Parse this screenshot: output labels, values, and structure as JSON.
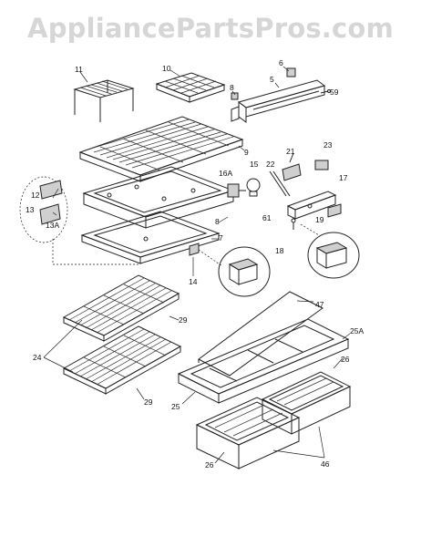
{
  "watermark": "AppliancePartsPros.com",
  "labels": {
    "l11": "11",
    "l10": "10",
    "l8": "8",
    "l6": "6",
    "l5": "5",
    "l59": "59",
    "l9": "9",
    "l12": "12",
    "l13": "13",
    "l13a": "13A",
    "l16a": "16A",
    "l15": "15",
    "l22": "22",
    "l21": "21",
    "l23": "23",
    "l17": "17",
    "l8b": "8",
    "l7": "7",
    "l61": "61",
    "l19": "19",
    "l18": "18",
    "l14": "14",
    "l47": "47",
    "l29a": "29",
    "l24": "24",
    "l25a": "25A",
    "l26a": "26",
    "l25": "25",
    "l29b": "29",
    "l26b": "26",
    "l46": "46"
  }
}
